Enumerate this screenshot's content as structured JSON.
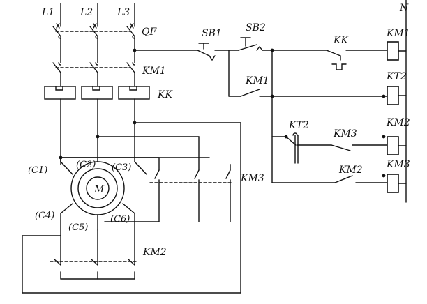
{
  "labels": {
    "L1": "L1",
    "L2": "L2",
    "L3": "L3",
    "N": "N",
    "QF": "QF",
    "SB1": "SB1",
    "SB2": "SB2",
    "KK_overload": "KK",
    "KK_contact": "KK",
    "KM1_main": "KM1",
    "KM1_coil": "KM1",
    "KM1_aux": "KM1",
    "KT2_coil": "KT2",
    "KT2_contact": "KT2",
    "KM2_coil": "KM2",
    "KM2_main": "KM2",
    "KM2_aux": "KM2",
    "KM3_coil": "KM3",
    "KM3_main": "KM3",
    "KM3_aux": "KM3",
    "motor": "M",
    "C1": "(C1)",
    "C2": "(C2)",
    "C3": "(C3)",
    "C4": "(C4)",
    "C5": "(C5)",
    "C6": "(C6)"
  }
}
